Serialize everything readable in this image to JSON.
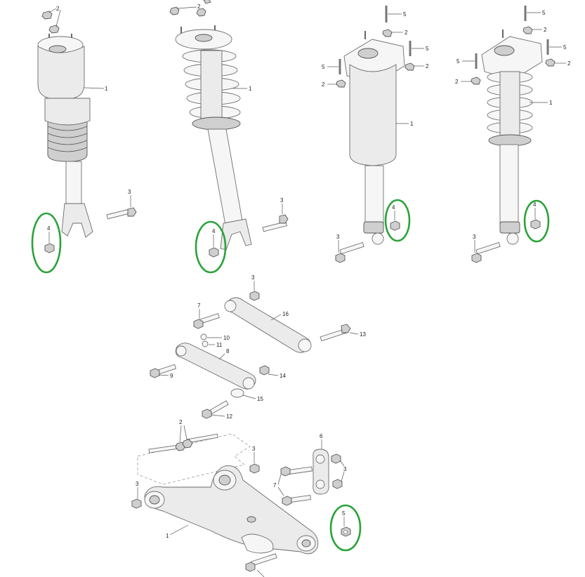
{
  "highlight_color": "#2aa33a",
  "labels": {
    "air_strut": {
      "nuts_top": "2",
      "strut": "1",
      "bolt": "3",
      "nut": "4"
    },
    "coil_strut": {
      "nuts_top": "2",
      "strut": "1",
      "bolt": "3",
      "nut": "4"
    },
    "rear_air_damper": {
      "stud_a": "5",
      "stud_b": "5",
      "stud_c": "5",
      "nut_a": "2",
      "nut_b": "2",
      "nut_c": "2",
      "damper": "1",
      "nut": "4",
      "bolt": "3"
    },
    "rear_coil_damper": {
      "stud_a": "5",
      "stud_b": "5",
      "stud_c": "5",
      "nut_a": "2",
      "nut_b": "2",
      "nut_c": "2",
      "damper": "1",
      "nut": "4",
      "bolt": "3"
    },
    "links": {
      "nut_top": "3",
      "bolt_upper": "7",
      "arm_upper": "16",
      "bolt_long": "13",
      "washer_a": "10",
      "washer_b": "11",
      "arm_lower": "8",
      "bolt_left": "9",
      "nut_right": "14",
      "washer_c": "15",
      "bolt_bottom": "12"
    },
    "lower_arm": {
      "bolts": "2",
      "nut_mid": "3",
      "nut_left": "3",
      "arm": "1",
      "link": "6",
      "link_nut": "3",
      "bolts_link": "7",
      "nut_highlight": "5"
    }
  }
}
